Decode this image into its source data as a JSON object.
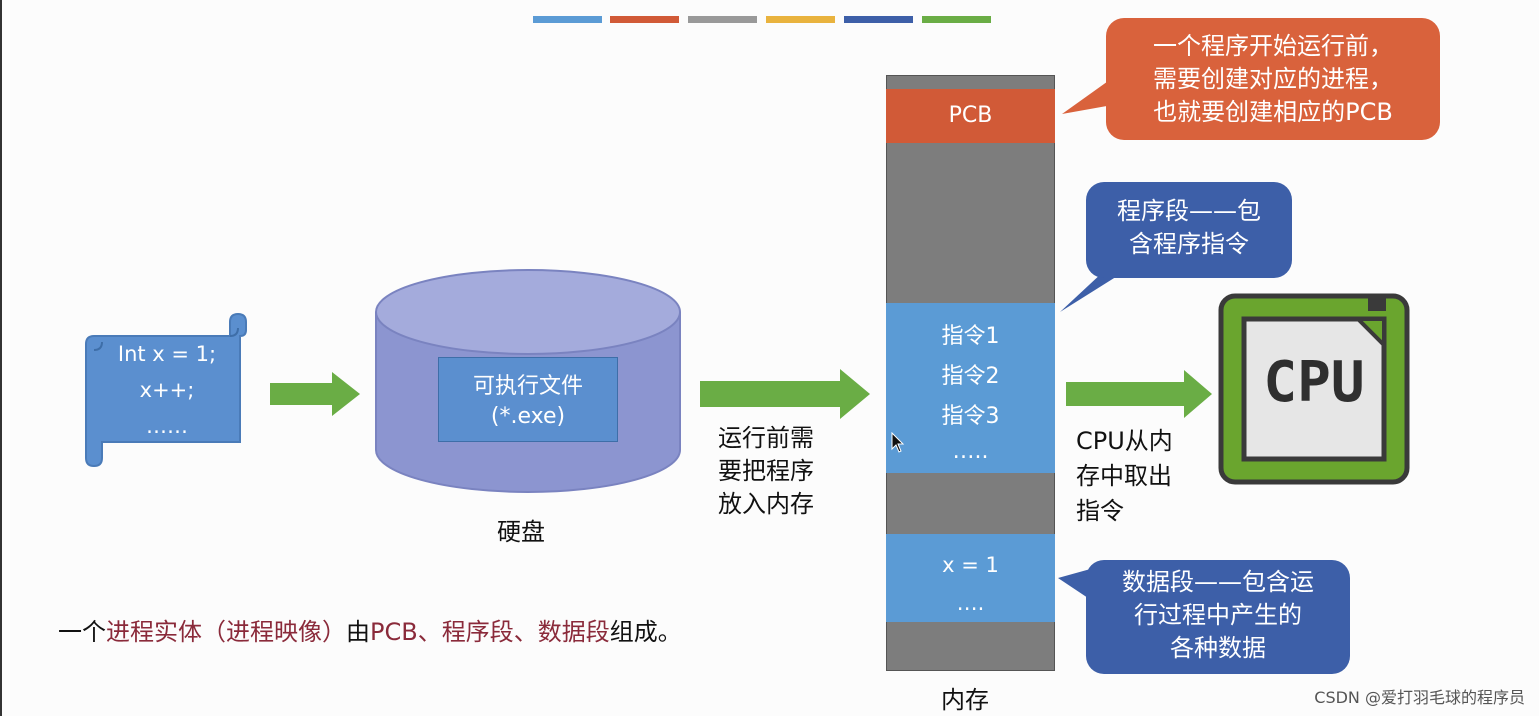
{
  "colors": {
    "blue_panel": "#5b9bd5",
    "pcb_orange": "#d15a37",
    "green_arrow": "#6aad45",
    "disk_purple": "#8f98d2",
    "bubble_blue": "#3d5fa8",
    "bubble_orange": "#d9623c"
  },
  "color_strip": [
    "#5b9bd5",
    "#d15a37",
    "#999999",
    "#e9b33e",
    "#3d5fa8",
    "#6aad45"
  ],
  "source_code": {
    "line1": "Int x = 1;",
    "line2": "x++;",
    "line3": "……"
  },
  "disk": {
    "file_line1": "可执行文件",
    "file_line2": "(*.exe)",
    "label": "硬盘"
  },
  "load_caption": {
    "line1": "运行前需",
    "line2": "要把程序",
    "line3": "放入内存"
  },
  "memory": {
    "pcb": "PCB",
    "instructions": [
      "指令1",
      "指令2",
      "指令3",
      "….."
    ],
    "data": [
      "x = 1",
      "…."
    ],
    "label": "内存"
  },
  "cpu_caption": {
    "line1": "CPU从内",
    "line2": "存中取出",
    "line3": "指令"
  },
  "cpu": {
    "text": "CPU",
    "icon": "cpu-chip-icon"
  },
  "bubbles": {
    "pcb": [
      "一个程序开始运行前，",
      "需要创建对应的进程，",
      "也就要创建相应的PCB"
    ],
    "program": [
      "程序段——包",
      "含程序指令"
    ],
    "data": [
      "数据段——包含运",
      "行过程中产生的",
      "各种数据"
    ]
  },
  "summary": {
    "p1": "一个",
    "p2": "进程实体（进程映像）",
    "p3": "由",
    "p4": "PCB、程序段、数据段",
    "p5": "组成。"
  },
  "watermark": "CSDN @爱打羽毛球的程序员"
}
